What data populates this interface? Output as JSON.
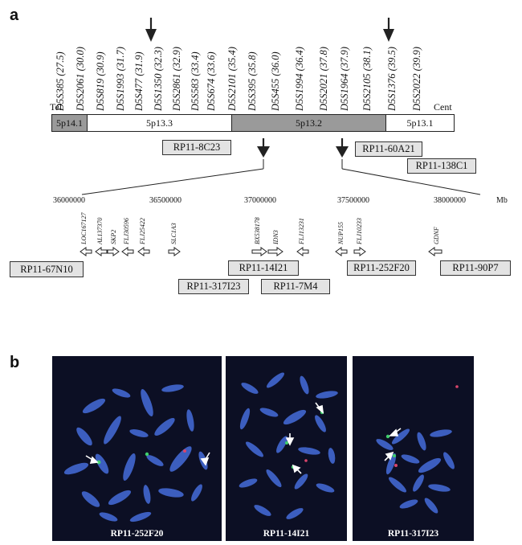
{
  "panel_a": {
    "letter": "a",
    "markers": [
      "D5S385 (27.5)",
      "D5S2061 (30.0)",
      "D5S819 (30.9)",
      "D5S1993 (31.7)",
      "D5S477 (31.9)",
      "D5S1350 (32.3)",
      "D5S2861 (32.9)",
      "D5S583 (33.4)",
      "D5S674 (33.6)",
      "D5S2101 (35.4)",
      "D5S395 (35.8)",
      "D5S455 (36.0)",
      "D5S1994 (36.4)",
      "D5S2021 (37.8)",
      "D5S1964 (37.9)",
      "D5S2105 (38.1)",
      "D5S1376 (39.5)",
      "D5S2022 (39.9)"
    ],
    "tel_label": "Tel",
    "cent_label": "Cent",
    "bands": [
      {
        "name": "5p14.1",
        "color": "#9a9a9a"
      },
      {
        "name": "5p13.3",
        "color": "#ffffff"
      },
      {
        "name": "5p13.2",
        "color": "#9a9a9a"
      },
      {
        "name": "5p13.1",
        "color": "#ffffff"
      }
    ],
    "clones_top": [
      "RP11-8C23",
      "RP11-60A21",
      "RP11-138C1"
    ],
    "ticks": [
      "36000000",
      "36500000",
      "37000000",
      "37500000",
      "38000000"
    ],
    "unit": "Mb",
    "genes": [
      "LOC167127",
      "AL137370",
      "SKP2",
      "FLJ30596",
      "FLJ25422",
      "SLC1A3",
      "BX538178",
      "IDN3",
      "FLJ13231",
      "NUP155",
      "FLJ10233",
      "GDNF"
    ],
    "clones_bottom": [
      "RP11-67N10",
      "RP11-14I21",
      "RP11-252F20",
      "RP11-90P7",
      "RP11-317I23",
      "RP11-7M4"
    ]
  },
  "panel_b": {
    "letter": "b",
    "photos": [
      {
        "label": "RP11-252F20"
      },
      {
        "label": "RP11-14I21"
      },
      {
        "label": "RP11-317I23"
      }
    ]
  },
  "colors": {
    "band_dark": "#9a9a9a",
    "clone_fill": "#e3e3e3",
    "photo_bg": "#0c0f24",
    "chromosome": "#3f63c8"
  }
}
